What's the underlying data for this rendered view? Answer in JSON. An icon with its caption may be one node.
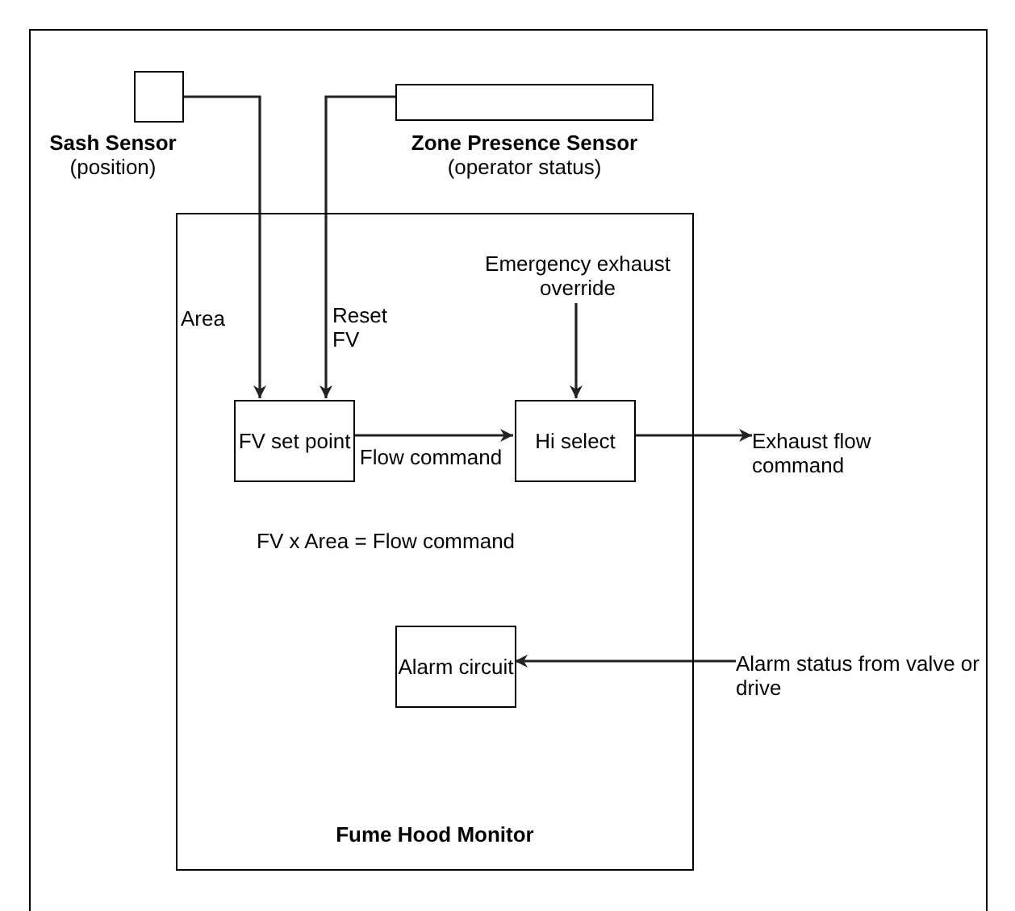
{
  "diagram": {
    "nodes": [
      {
        "text": [
          "Sash Sensor",
          "(position)"
        ]
      },
      {
        "text": [
          "Zone Presence Sensor",
          "(operator status)"
        ]
      },
      {
        "text": [
          "Fume Hood Monitor"
        ]
      },
      {
        "text": [
          "FV set point"
        ],
        "in": 2
      },
      {
        "text": [
          "Hi select"
        ],
        "in": 2
      },
      {
        "text": [
          "Alarm circuit"
        ],
        "in": 2
      },
      {
        "text": [
          "Emergency exhaust override"
        ],
        "in": 2
      },
      {
        "text": [
          "Exhaust flow command"
        ]
      },
      {
        "text": [
          "Alarm status from valve or drive"
        ]
      }
    ],
    "edges": [
      {
        "from": 0,
        "to": 3,
        "arrow": "to",
        "label": "Area"
      },
      {
        "from": 1,
        "to": 3,
        "arrow": "to",
        "label": "Reset FV"
      },
      {
        "from": 6,
        "to": 4,
        "arrow": "to"
      },
      {
        "from": 3,
        "to": 4,
        "arrow": "to",
        "label": "Flow command"
      },
      {
        "from": 4,
        "to": 7,
        "arrow": "to"
      },
      {
        "from": 8,
        "to": 5,
        "arrow": "to"
      }
    ],
    "labels": [
      "FV x Area = Flow command"
    ]
  }
}
